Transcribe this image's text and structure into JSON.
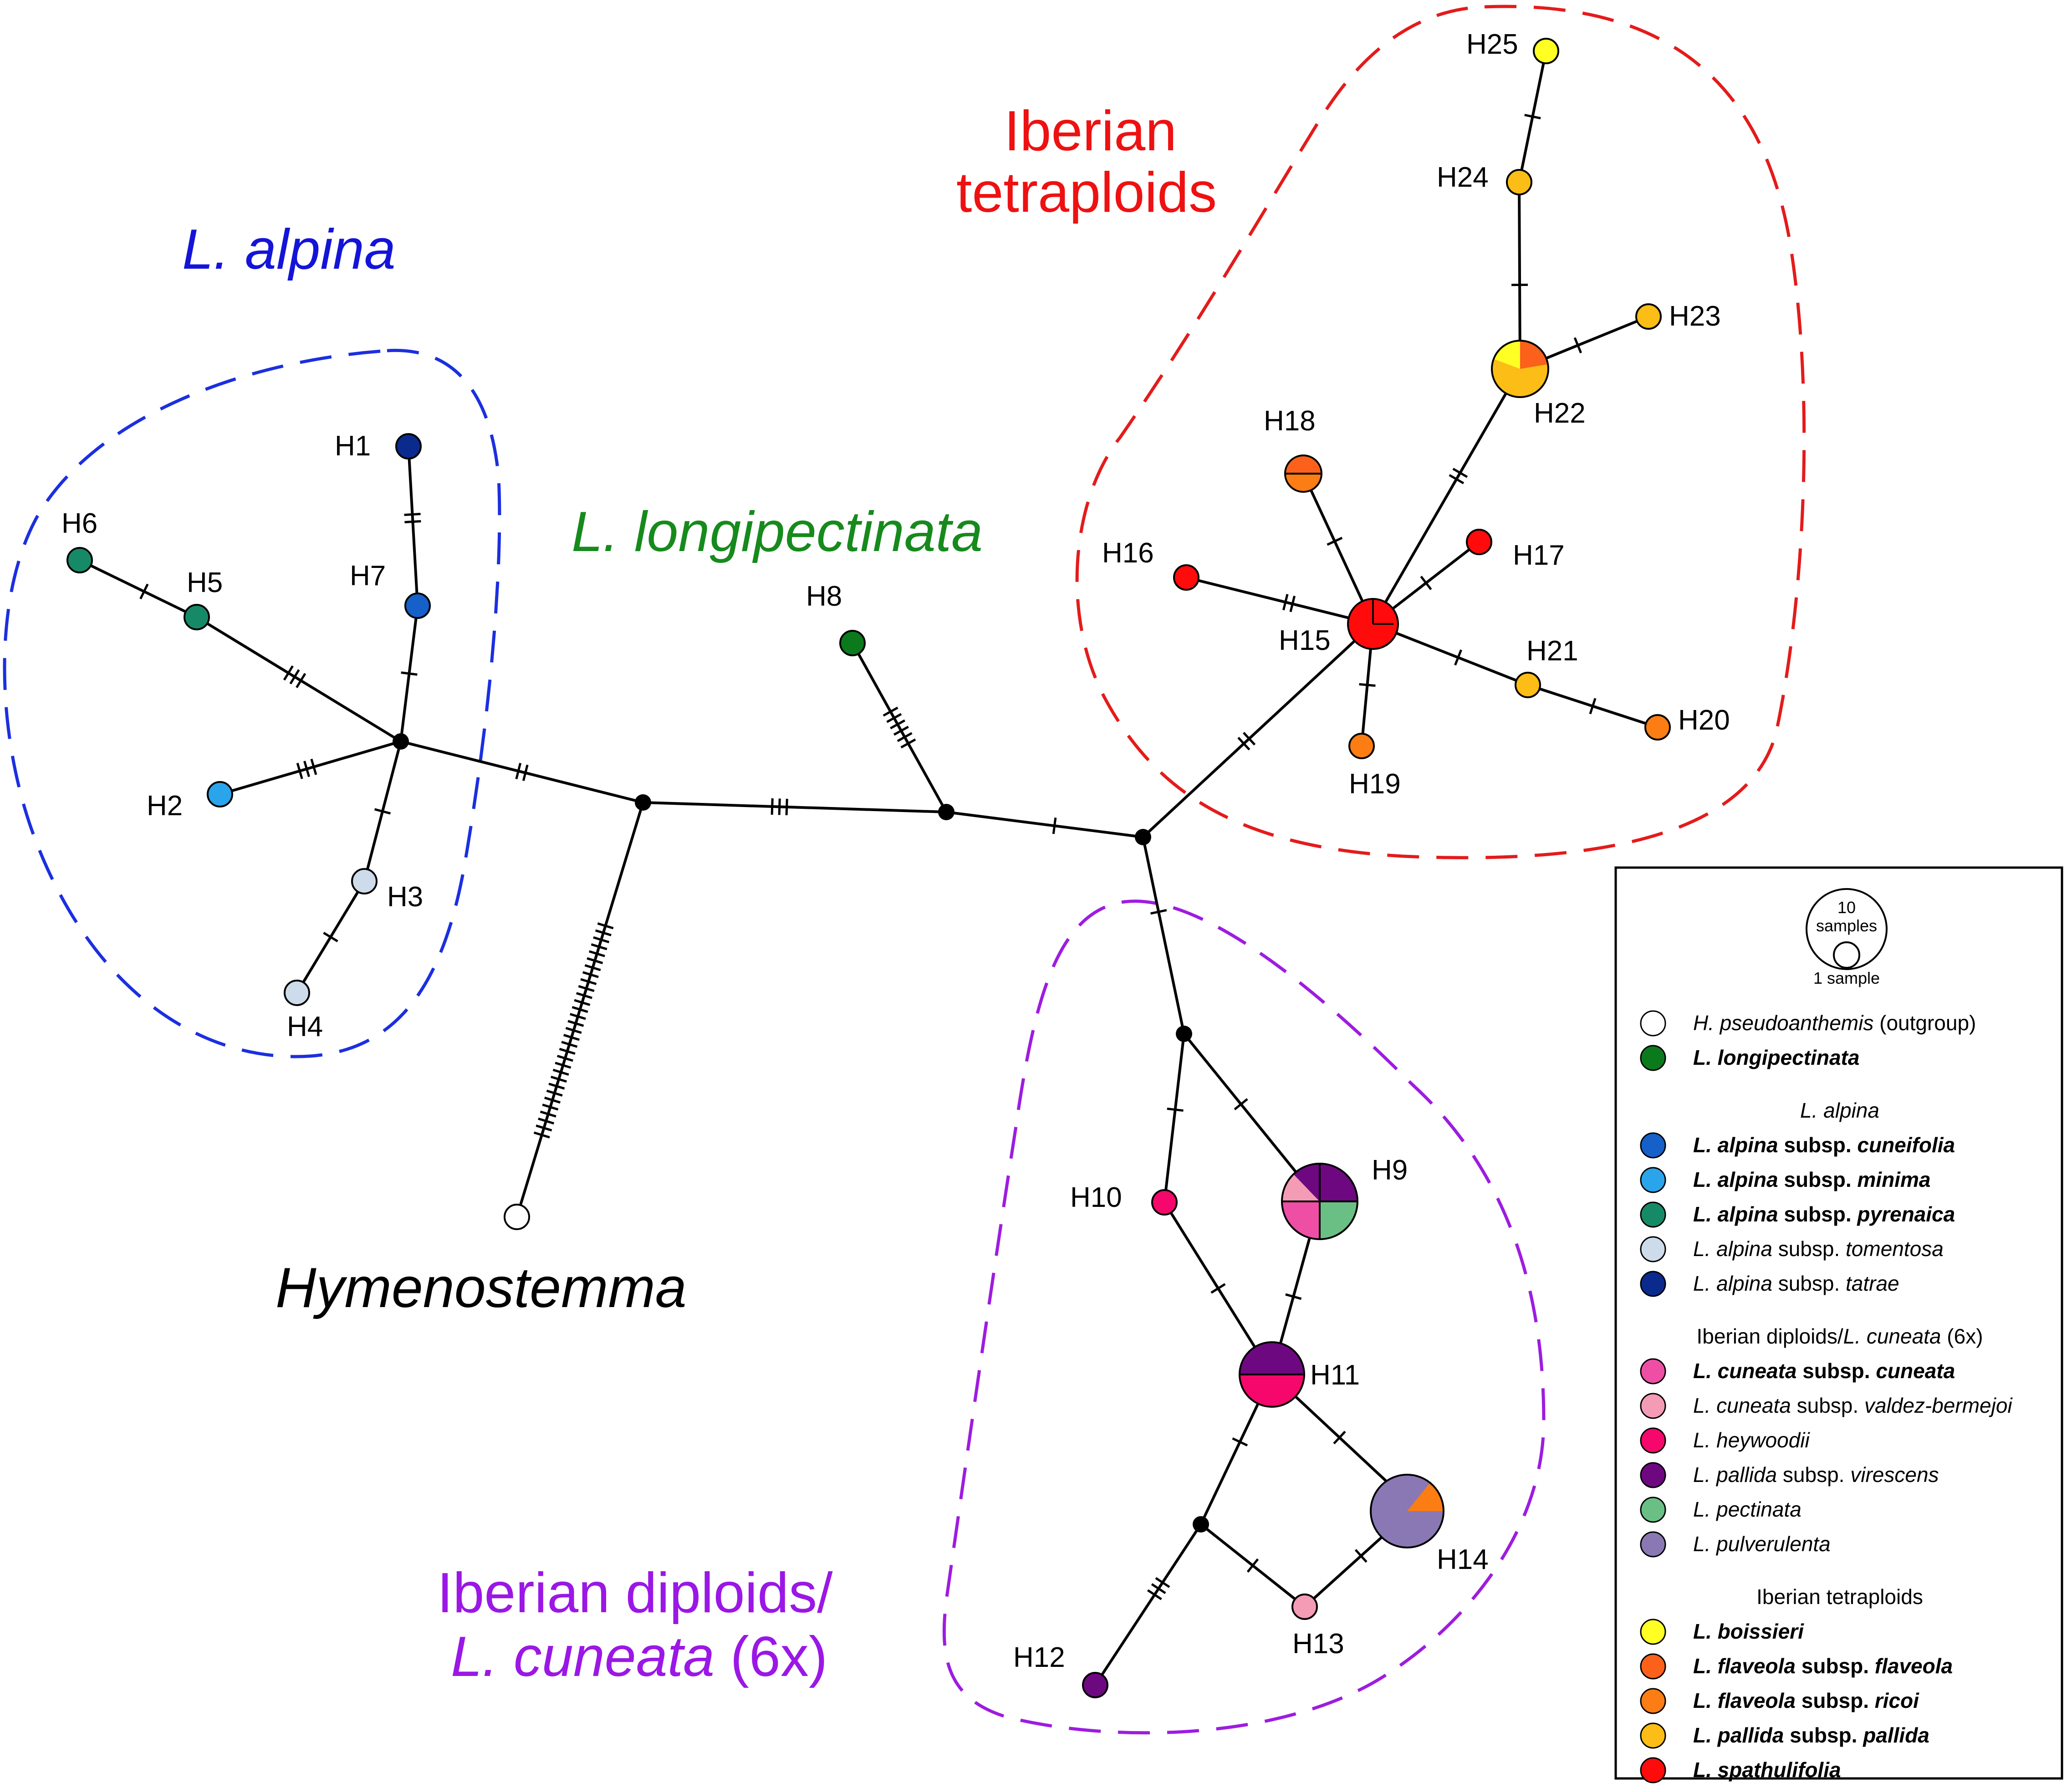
{
  "group_labels": {
    "l_alpina": "L. alpina",
    "l_longipectinata": "L. longipectinata",
    "iberian_tetraploids_1": "Iberian",
    "iberian_tetraploids_2": "tetraploids",
    "iberian_diploids_1": "Iberian diploids/",
    "iberian_diploids_2_italic": "L. cuneata",
    "iberian_diploids_2_rest": " (6x)",
    "hymenostemma": "Hymenostemma"
  },
  "colors": {
    "outgroup": "#ffffff",
    "longipectinata": "#0a7a1c",
    "cuneifolia": "#1560c9",
    "minima": "#2aa5ec",
    "pyrenaica": "#168a66",
    "tomentosa": "#cddbea",
    "tatrae": "#0a2a8e",
    "cuneata_cuneata": "#ef4ea5",
    "valdez_bermejoi": "#f49bb6",
    "heywoodii": "#f5076b",
    "virescens": "#6e0880",
    "pectinata": "#6abf85",
    "pulverulenta": "#8a78b4",
    "boissieri": "#ffff24",
    "flaveola_flaveola": "#fb611a",
    "ricoi": "#fb7d14",
    "pallida_pallida": "#fbbd16",
    "spathulifolia": "#ff0b0b",
    "alpina_hull": "#1b2fe0",
    "tetraploid_hull": "#e41b1b",
    "diploid_hull": "#9d1ce0",
    "alpina_text": "#1414d8",
    "longipectinata_text": "#168a1c",
    "tetraploid_text": "#ee1111",
    "diploid_text": "#9a17e6"
  },
  "haplotypes": [
    {
      "id": "H1",
      "label": "H1"
    },
    {
      "id": "H2",
      "label": "H2"
    },
    {
      "id": "H3",
      "label": "H3"
    },
    {
      "id": "H4",
      "label": "H4"
    },
    {
      "id": "H5",
      "label": "H5"
    },
    {
      "id": "H6",
      "label": "H6"
    },
    {
      "id": "H7",
      "label": "H7"
    },
    {
      "id": "H8",
      "label": "H8"
    },
    {
      "id": "H9",
      "label": "H9"
    },
    {
      "id": "H10",
      "label": "H10"
    },
    {
      "id": "H11",
      "label": "H11"
    },
    {
      "id": "H12",
      "label": "H12"
    },
    {
      "id": "H13",
      "label": "H13"
    },
    {
      "id": "H14",
      "label": "H14"
    },
    {
      "id": "H15",
      "label": "H15"
    },
    {
      "id": "H16",
      "label": "H16"
    },
    {
      "id": "H17",
      "label": "H17"
    },
    {
      "id": "H18",
      "label": "H18"
    },
    {
      "id": "H19",
      "label": "H19"
    },
    {
      "id": "H20",
      "label": "H20"
    },
    {
      "id": "H21",
      "label": "H21"
    },
    {
      "id": "H22",
      "label": "H22"
    },
    {
      "id": "H23",
      "label": "H23"
    },
    {
      "id": "H24",
      "label": "H24"
    },
    {
      "id": "H25",
      "label": "H25"
    }
  ],
  "legend": {
    "scale_large": "10",
    "scale_large_2": "samples",
    "scale_small": "1 sample",
    "outgroup_italic": "H. pseudoanthemis",
    "outgroup_rest": " (outgroup)",
    "longipectinata": "L. longipectinata",
    "alpina_title": "L. alpina",
    "alpina_items": [
      {
        "italic": "L. alpina",
        "rest": " subsp. ",
        "italic2": "cuneifolia",
        "bold": true
      },
      {
        "italic": "L. alpina",
        "rest": " subsp. ",
        "italic2": "minima",
        "bold": true
      },
      {
        "italic": "L. alpina",
        "rest": " subsp. ",
        "italic2": "pyrenaica",
        "bold": true
      },
      {
        "italic": "L. alpina",
        "rest": " subsp. ",
        "italic2": "tomentosa",
        "bold": false
      },
      {
        "italic": "L. alpina",
        "rest": " subsp. ",
        "italic2": "tatrae",
        "bold": false
      }
    ],
    "diploid_title_1": "Iberian diploids/",
    "diploid_title_2": "L. cuneata",
    "diploid_title_3": " (6x)",
    "diploid_items": [
      {
        "italic": "L. cuneata",
        "rest": " subsp. ",
        "italic2": "cuneata",
        "bold": true
      },
      {
        "italic": "L. cuneata",
        "rest": " subsp. ",
        "italic2": "valdez-bermejoi",
        "bold": false
      },
      {
        "italic": "L. heywoodii",
        "rest": "",
        "italic2": "",
        "bold": false
      },
      {
        "italic": "L. pallida",
        "rest": " subsp. ",
        "italic2": "virescens",
        "bold": false
      },
      {
        "italic": "L. pectinata",
        "rest": "",
        "italic2": "",
        "bold": false
      },
      {
        "italic": "L. pulverulenta",
        "rest": "",
        "italic2": "",
        "bold": false
      }
    ],
    "tetraploid_title": "Iberian tetraploids",
    "tetraploid_items": [
      {
        "italic": "L. boissieri",
        "rest": "",
        "italic2": "",
        "bold": true
      },
      {
        "italic": "L. flaveola",
        "rest": " subsp. ",
        "italic2": "flaveola",
        "bold": true
      },
      {
        "italic": "L. flaveola",
        "rest": " subsp. ",
        "italic2": "ricoi",
        "bold": true
      },
      {
        "italic": "L. pallida",
        "rest": " subsp. ",
        "italic2": "pallida",
        "bold": true
      },
      {
        "italic": "L. spathulifolia",
        "rest": "",
        "italic2": "",
        "bold": true
      }
    ]
  }
}
